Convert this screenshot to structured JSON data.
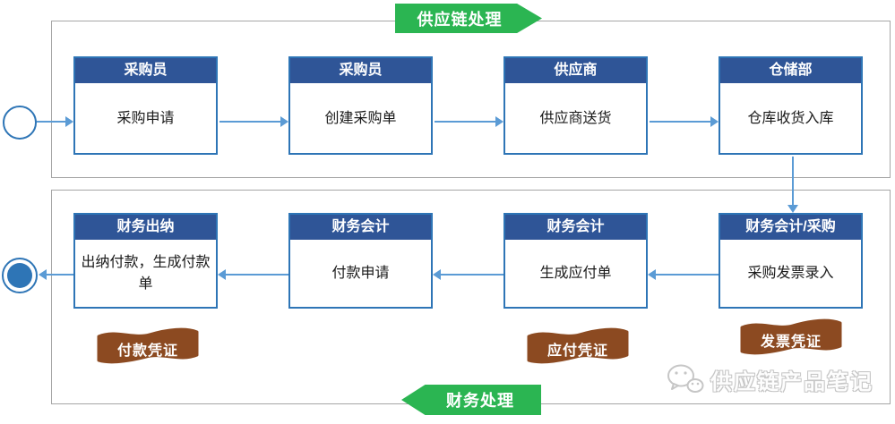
{
  "banners": {
    "top": "供应链处理",
    "bottom": "财务处理"
  },
  "top_row": [
    {
      "role": "采购员",
      "task": "采购申请"
    },
    {
      "role": "采购员",
      "task": "创建采购单"
    },
    {
      "role": "供应商",
      "task": "供应商送货"
    },
    {
      "role": "仓储部",
      "task": "仓库收货入库"
    }
  ],
  "bottom_row": [
    {
      "role": "财务出纳",
      "task": "出纳付款，生成付款单"
    },
    {
      "role": "财务会计",
      "task": "付款申请"
    },
    {
      "role": "财务会计",
      "task": "生成应付单"
    },
    {
      "role": "财务会计/采购",
      "task": "采购发票录入"
    }
  ],
  "ribbons": [
    "付款凭证",
    "应付凭证",
    "发票凭证"
  ],
  "watermark": {
    "icon": "wechat-icon",
    "text": "供应链产品笔记"
  },
  "colors": {
    "header_blue": "#2f5597",
    "box_border_blue": "#2e75b6",
    "arrow_blue": "#5b9bd5",
    "banner_green": "#2bb552",
    "ribbon_brown": "#8c4a21",
    "lane_border_gray": "#a6a6a6",
    "watermark_gray": "#c6c6c6"
  }
}
